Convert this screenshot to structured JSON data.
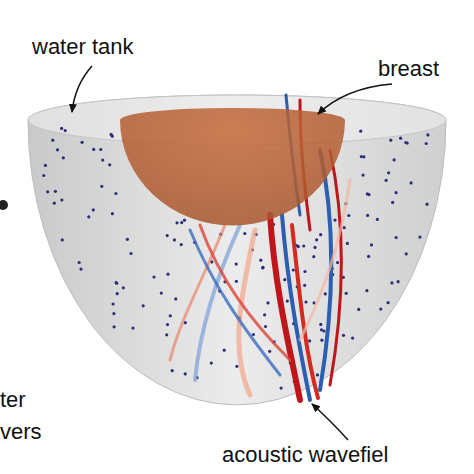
{
  "diagram": {
    "labels": [
      "water tank",
      "breast",
      "ter",
      "vers",
      "acoustic wavefiel"
    ]
  }
}
